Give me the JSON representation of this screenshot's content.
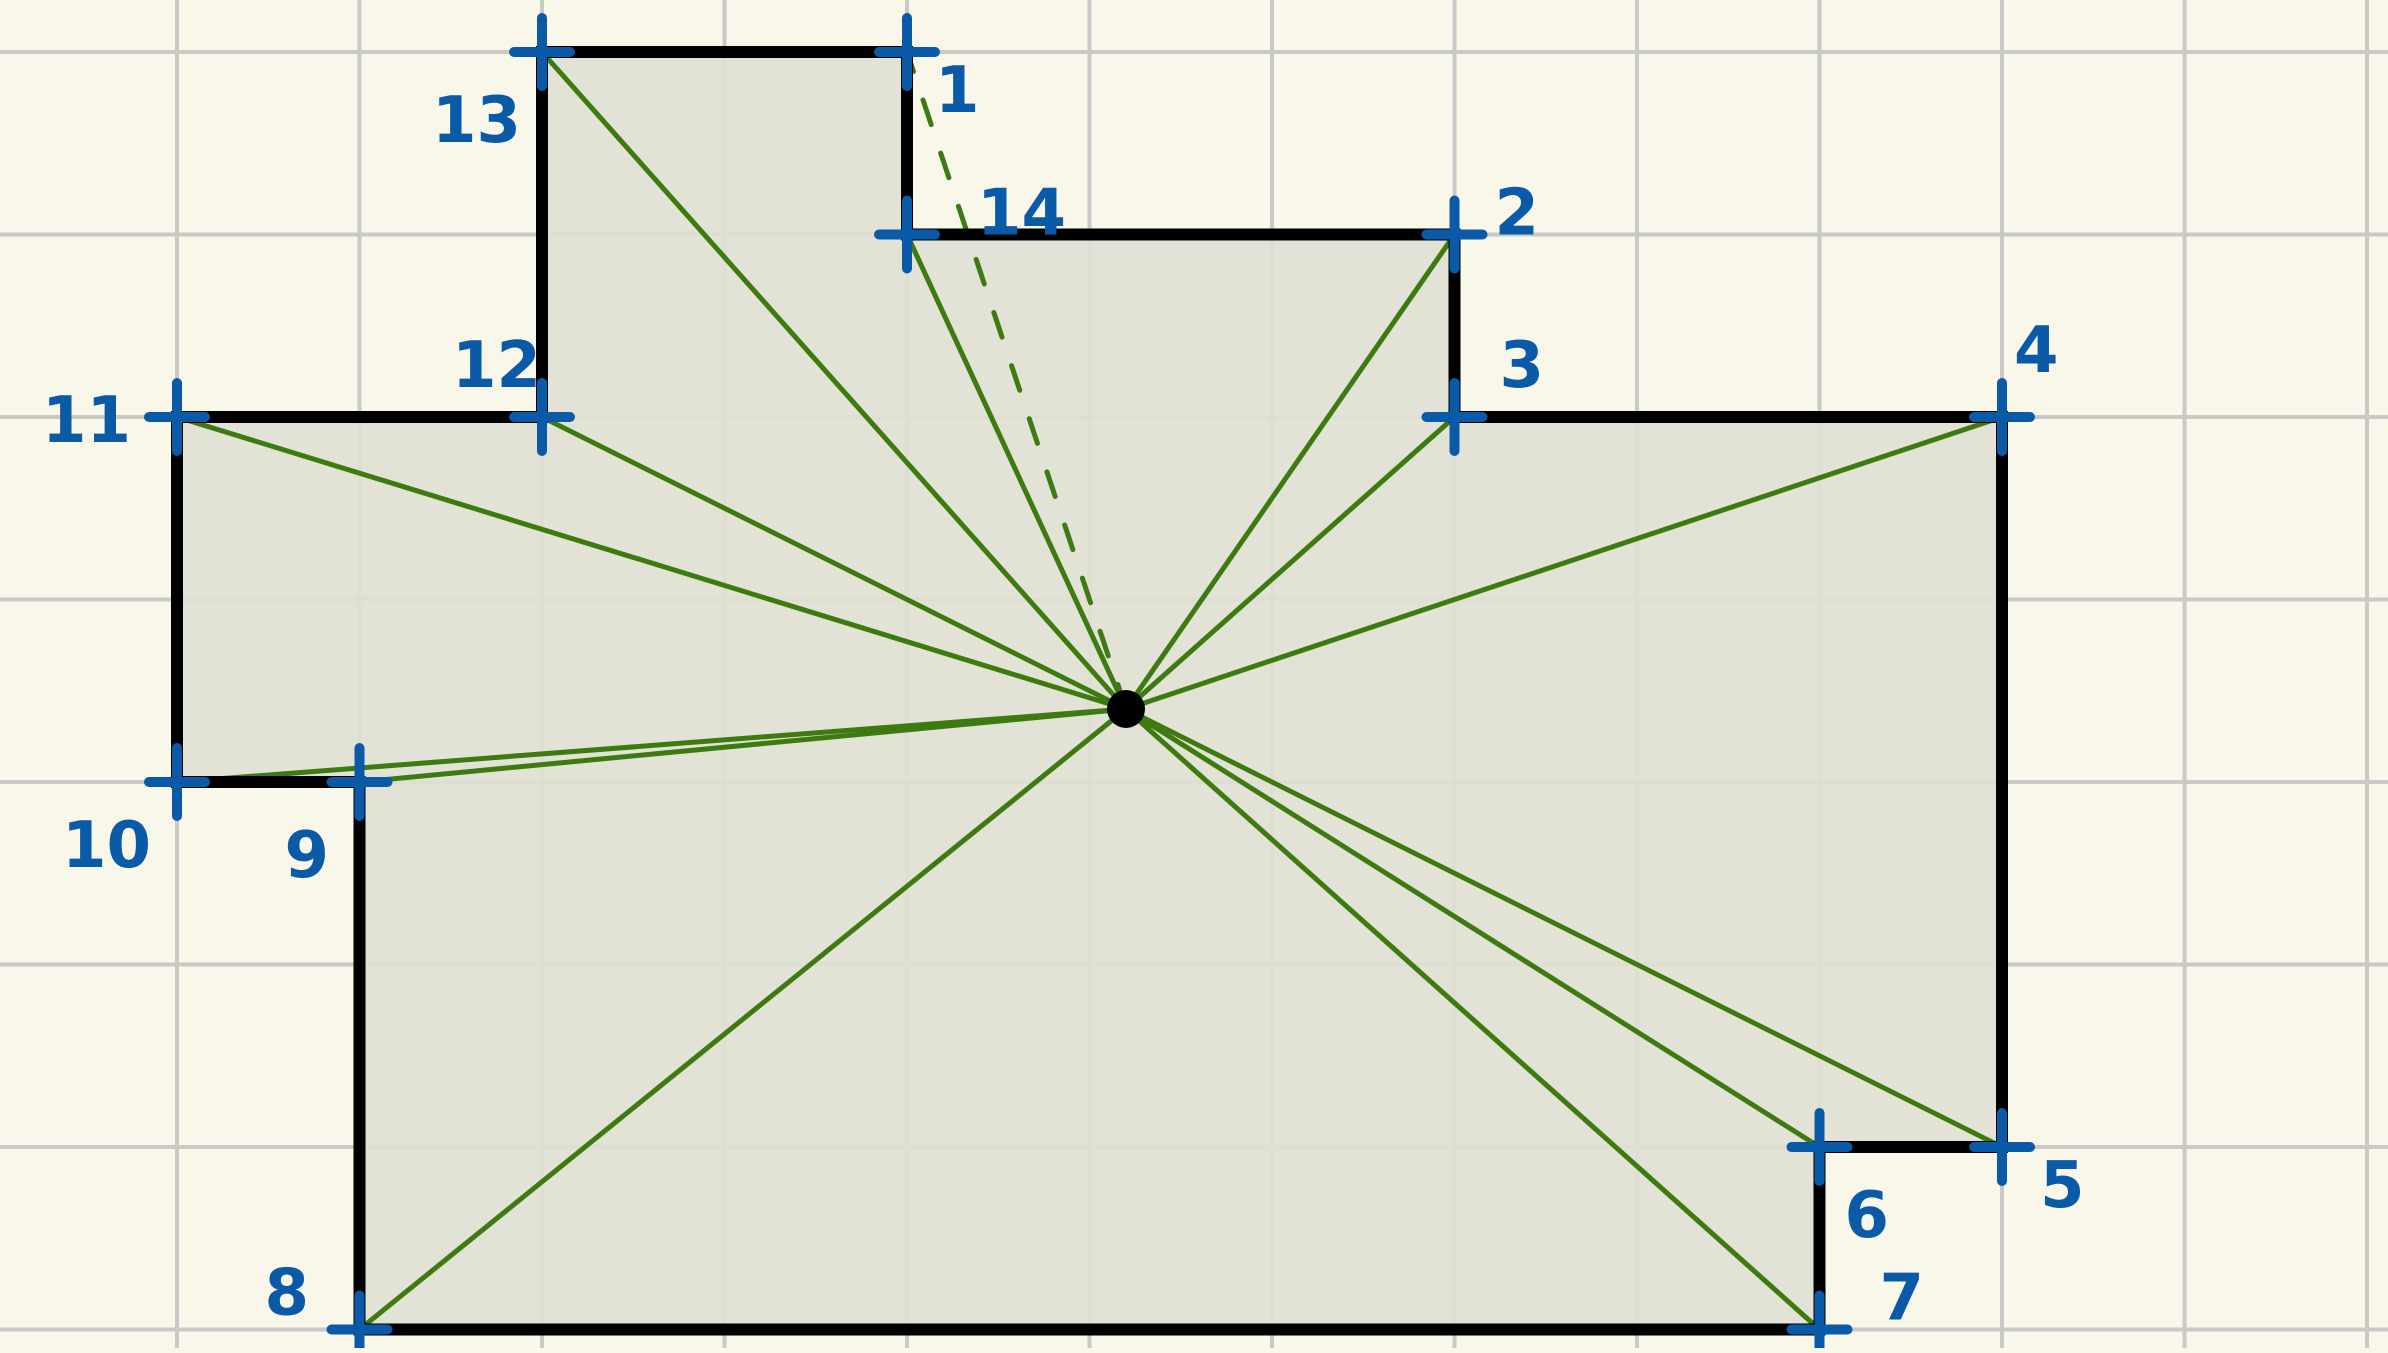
{
  "colors": {
    "background": "#f8f7ea",
    "grid": "#c9c9c6",
    "polygon_fill": "#dfdfd4",
    "polygon_stroke": "#000000",
    "ray": "#3d7a0f",
    "marker": "#0b5aa8",
    "center_point": "#000000"
  },
  "polygon": {
    "vertices": [
      {
        "id": "v13",
        "label": "13",
        "gx": 2,
        "gy": 0
      },
      {
        "id": "v1",
        "label": "1",
        "gx": 4,
        "gy": 0
      },
      {
        "id": "v14",
        "label": "14",
        "gx": 4,
        "gy": 1
      },
      {
        "id": "v2",
        "label": "2",
        "gx": 7,
        "gy": 1
      },
      {
        "id": "v3",
        "label": "3",
        "gx": 7,
        "gy": 2
      },
      {
        "id": "v4",
        "label": "4",
        "gx": 10,
        "gy": 2
      },
      {
        "id": "v5",
        "label": "5",
        "gx": 10,
        "gy": 6
      },
      {
        "id": "v6",
        "label": "6",
        "gx": 9,
        "gy": 6
      },
      {
        "id": "v7",
        "label": "7",
        "gx": 9,
        "gy": 7
      },
      {
        "id": "v8",
        "label": "8",
        "gx": 1,
        "gy": 7
      },
      {
        "id": "v9",
        "label": "9",
        "gx": 1,
        "gy": 4
      },
      {
        "id": "v10",
        "label": "10",
        "gx": 0,
        "gy": 4
      },
      {
        "id": "v11",
        "label": "11",
        "gx": 0,
        "gy": 2
      },
      {
        "id": "v12",
        "label": "12",
        "gx": 2,
        "gy": 2
      }
    ]
  },
  "center_point": {
    "gx": 5.2,
    "gy": 3.6
  },
  "rays": {
    "solid_to": [
      "v13",
      "v14",
      "v2",
      "v3",
      "v4",
      "v5",
      "v6",
      "v7",
      "v8",
      "v9",
      "v10",
      "v11",
      "v12"
    ],
    "dashed_to": [
      "v1"
    ]
  }
}
